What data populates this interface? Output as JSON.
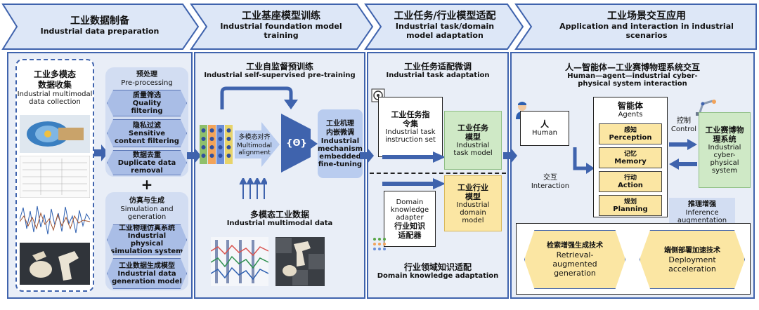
{
  "stages": [
    {
      "cn": "工业数据制备",
      "en": "Industrial data preparation"
    },
    {
      "cn": "工业基座模型训练",
      "en": "Industrial foundation model training"
    },
    {
      "cn": "工业任务/行业模型适配",
      "en": "Industrial task/domain model adaptation"
    },
    {
      "cn": "工业场景交互应用",
      "en": "Application and interaction in industrial scenarios"
    }
  ],
  "p1": {
    "collect_cn": "工业多模态数据收集",
    "collect_en": "Industrial multimodal data collection",
    "pre_cn": "预处理",
    "pre_en": "Pre-processing",
    "items": [
      {
        "cn": "质量筛选",
        "en": "Quality filtering"
      },
      {
        "cn": "隐私过滤",
        "en": "Sensitive content filtering"
      },
      {
        "cn": "数据去重",
        "en": "Duplicate data removal"
      }
    ],
    "plus": "+",
    "sim_cn": "仿真与生成",
    "sim_en": "Simulation and generation",
    "items2": [
      {
        "cn": "工业物理仿真系统",
        "en": "Industrial physical simulation system"
      },
      {
        "cn": "工业数据生成模型",
        "en": "Industrial data generation model"
      }
    ]
  },
  "p2": {
    "title_cn": "工业自监督预训练",
    "title_en": "Industrial self-supervised pre-training",
    "align_cn": "多模态对齐",
    "align_en": "Multimodal alignment",
    "model_symbol": "{Θ}",
    "mech_cn": "工业机理内嵌微调",
    "mech_en": "Industrial mechanism embedded fine-tuning",
    "data_cn": "多模态工业数据",
    "data_en": "Industrial multimodal data"
  },
  "p3": {
    "title_cn": "工业任务适配微调",
    "title_en": "Industrial task adaptation",
    "inst_cn": "工业任务指令集",
    "inst_en": "Industrial task instruction set",
    "task_cn": "工业任务模型",
    "task_en": "Industrial task model",
    "domain_cn": "工业行业模型",
    "domain_en": "Industrial domain model",
    "adapter_en": "Domain knowledge adapter",
    "adapter_cn": "行业知识适配器",
    "bottom_cn": "行业领域知识适配",
    "bottom_en": "Domain knowledge adaptation"
  },
  "p4": {
    "title_cn": "人—智能体—工业赛博物理系统交互",
    "title_en": "Human—agent—industrial cyber-physical system interaction",
    "human_cn": "人",
    "human_en": "Human",
    "agents_cn": "智能体",
    "agents_en": "Agents",
    "agent_items": [
      {
        "cn": "感知",
        "en": "Perception"
      },
      {
        "cn": "记忆",
        "en": "Memory"
      },
      {
        "cn": "行动",
        "en": "Action"
      },
      {
        "cn": "规划",
        "en": "Planning"
      }
    ],
    "control_cn": "控制",
    "control_en": "Control",
    "cps_cn": "工业赛博物理系统",
    "cps_en": "Industrial cyber-physical system",
    "interact_cn": "交互",
    "interact_en": "Interaction",
    "infer_cn": "推理增强",
    "infer_en": "Inference augmentation",
    "rag_cn": "检索增强生成技术",
    "rag_en": "Retrieval-augmented generation",
    "edge_cn": "端侧部署加速技术",
    "edge_en": "Deployment acceleration"
  },
  "colors": {
    "banner": "#dde7f7",
    "border": "#3f63ad",
    "accent": "#3f63ad",
    "green": "#cfe9c6",
    "yellow": "#fbe6a3"
  }
}
